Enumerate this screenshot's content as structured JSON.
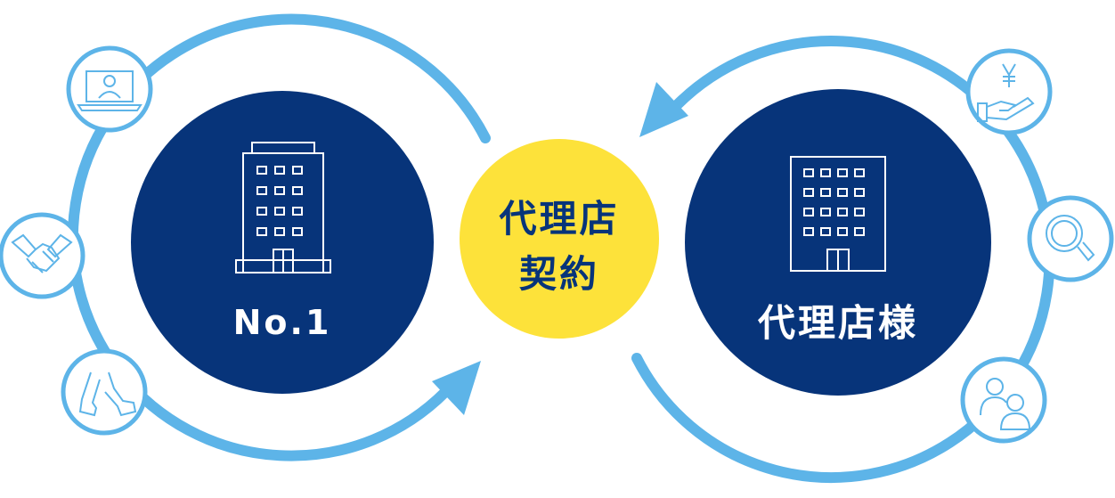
{
  "colors": {
    "arrow": "#5db4e8",
    "dark_circle": "#07347a",
    "center_circle": "#fde23a",
    "icon_stroke_light": "#5db4e8",
    "icon_stroke_white": "#ffffff",
    "text_dark": "#07347a",
    "text_white": "#ffffff"
  },
  "left_node": {
    "label": "No.1",
    "icon": "office-building-icon"
  },
  "center_node": {
    "line1": "代理店",
    "line2": "契約"
  },
  "right_node": {
    "label": "代理店様",
    "icon": "office-building-icon"
  },
  "left_badges": [
    {
      "icon": "laptop-video-call-icon"
    },
    {
      "icon": "handshake-icon"
    },
    {
      "icon": "walking-legs-icon"
    }
  ],
  "right_badges": [
    {
      "icon": "yen-hand-icon"
    },
    {
      "icon": "magnifier-icon"
    },
    {
      "icon": "users-icon"
    }
  ]
}
